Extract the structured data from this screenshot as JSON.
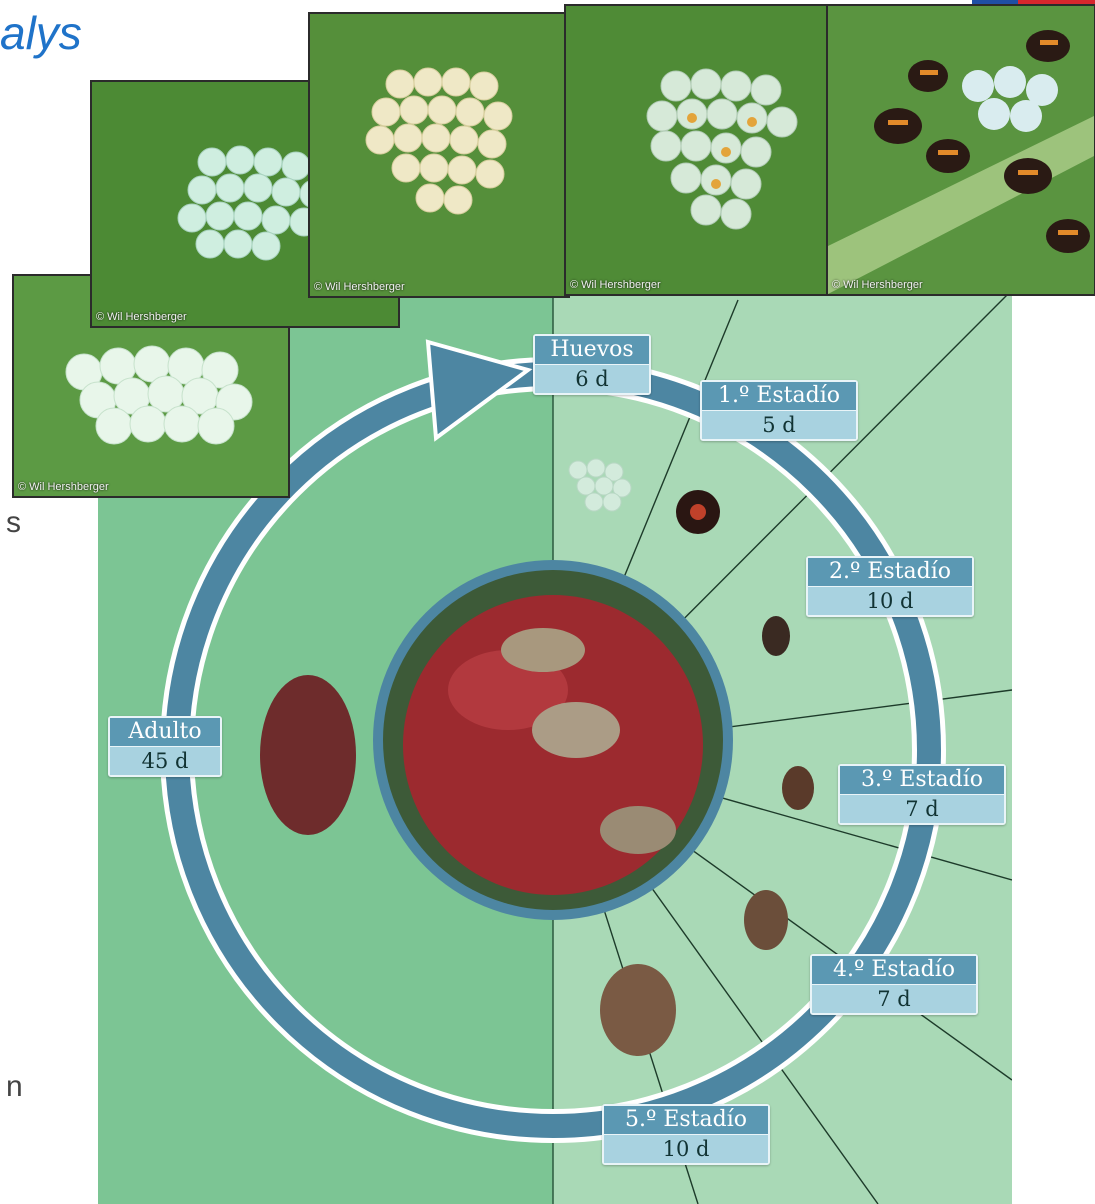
{
  "header": {
    "title": "alys",
    "side_letters": [
      "s",
      "n"
    ]
  },
  "colors": {
    "title": "#1f73c9",
    "left_panel": "#7cc594",
    "right_panel": "#a9d9b6",
    "ring": "#4d86a2",
    "stage_box": "#6aa9c3"
  },
  "photos": [
    {
      "name": "eggs-fresh",
      "credit": "© Wil Hershberger"
    },
    {
      "name": "eggs-developing",
      "credit": "© Wil Hershberger"
    },
    {
      "name": "eggs-eyespots",
      "credit": "© Wil Hershberger"
    },
    {
      "name": "eggs-hatching",
      "credit": "© Wil Hershberger"
    },
    {
      "name": "first-instar-nymphs",
      "credit": "© Wil Hershberger"
    }
  ],
  "cycle": {
    "stages": [
      {
        "name": "Huevos",
        "duration": "6 d"
      },
      {
        "name": "1.º Estadío",
        "duration": "5 d"
      },
      {
        "name": "2.º Estadío",
        "duration": "10 d"
      },
      {
        "name": "3.º Estadío",
        "duration": "7 d"
      },
      {
        "name": "4.º Estadío",
        "duration": "7 d"
      },
      {
        "name": "5.º Estadío",
        "duration": "10 d"
      },
      {
        "name": "Adulto",
        "duration": "45 d"
      }
    ],
    "center_image": "apple-with-stink-bugs"
  }
}
